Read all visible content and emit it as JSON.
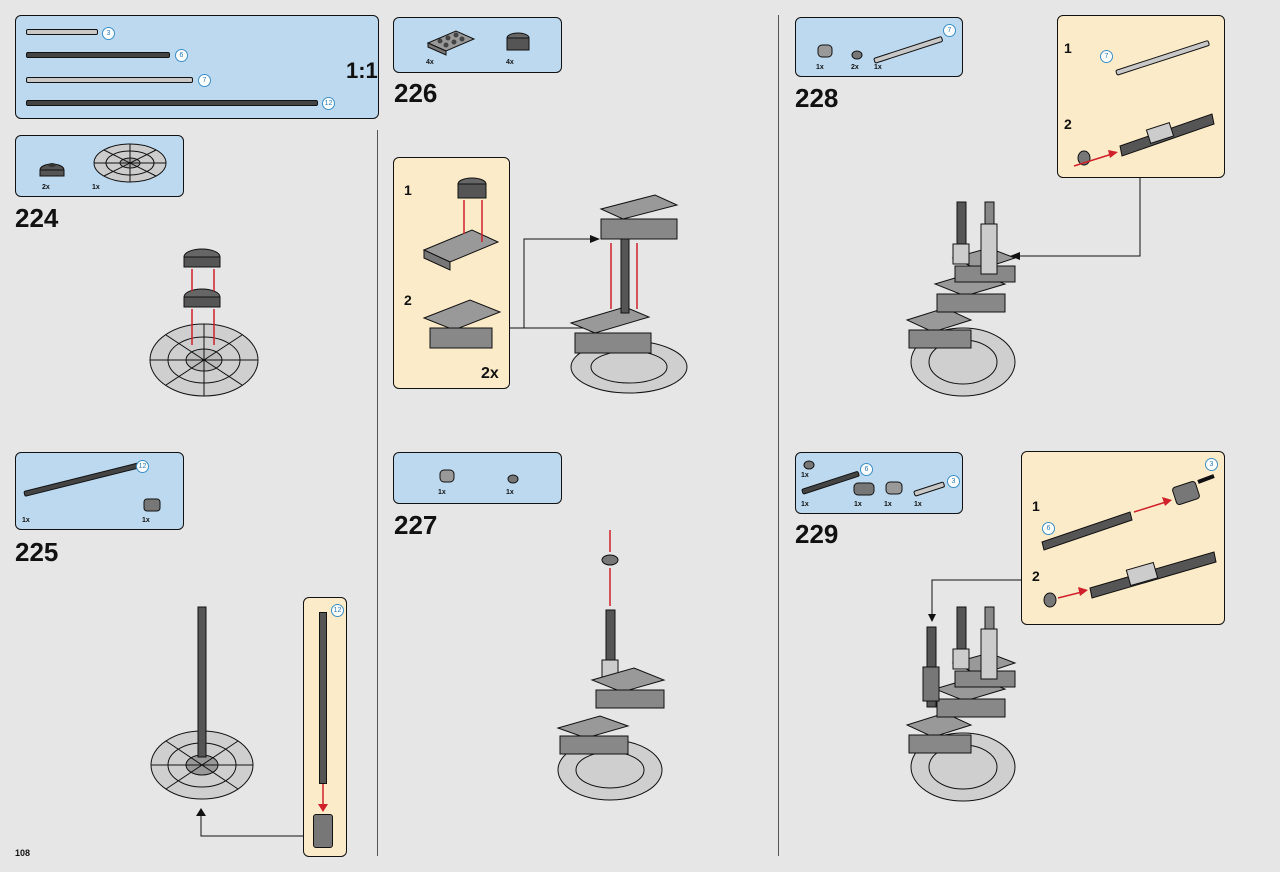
{
  "page_number": "108",
  "scale_label": "1:1",
  "ruler": [
    {
      "length": "3"
    },
    {
      "length": "6"
    },
    {
      "length": "7"
    },
    {
      "length": "12"
    }
  ],
  "steps": {
    "s224": {
      "number": "224",
      "parts": [
        {
          "qty": "2x"
        },
        {
          "qty": "1x"
        }
      ]
    },
    "s225": {
      "number": "225",
      "parts": [
        {
          "qty": "1x",
          "length": "12"
        },
        {
          "qty": "1x"
        }
      ],
      "sub_length": "12"
    },
    "s226": {
      "number": "226",
      "parts": [
        {
          "qty": "4x"
        },
        {
          "qty": "4x"
        }
      ],
      "sub": {
        "s1": "1",
        "s2": "2",
        "mult": "2x"
      }
    },
    "s227": {
      "number": "227",
      "parts": [
        {
          "qty": "1x"
        },
        {
          "qty": "1x"
        }
      ]
    },
    "s228": {
      "number": "228",
      "parts": [
        {
          "qty": "1x"
        },
        {
          "qty": "2x"
        },
        {
          "qty": "1x",
          "length": "7"
        }
      ],
      "sub": {
        "s1": "1",
        "s2": "2",
        "length": "7"
      }
    },
    "s229": {
      "number": "229",
      "parts": [
        {
          "qty": "1x"
        },
        {
          "qty": "1x",
          "length": "6"
        },
        {
          "qty": "1x"
        },
        {
          "qty": "1x"
        },
        {
          "qty": "1x",
          "length": "3"
        }
      ],
      "sub": {
        "s1": "1",
        "s2": "2",
        "length_top": "3",
        "length_mid": "6"
      }
    }
  },
  "colors": {
    "parts_panel": "#bcd9ef",
    "subassembly_panel": "#fcebc8",
    "arrow_red": "#d0202a",
    "page_bg": "#e6e6e6"
  }
}
